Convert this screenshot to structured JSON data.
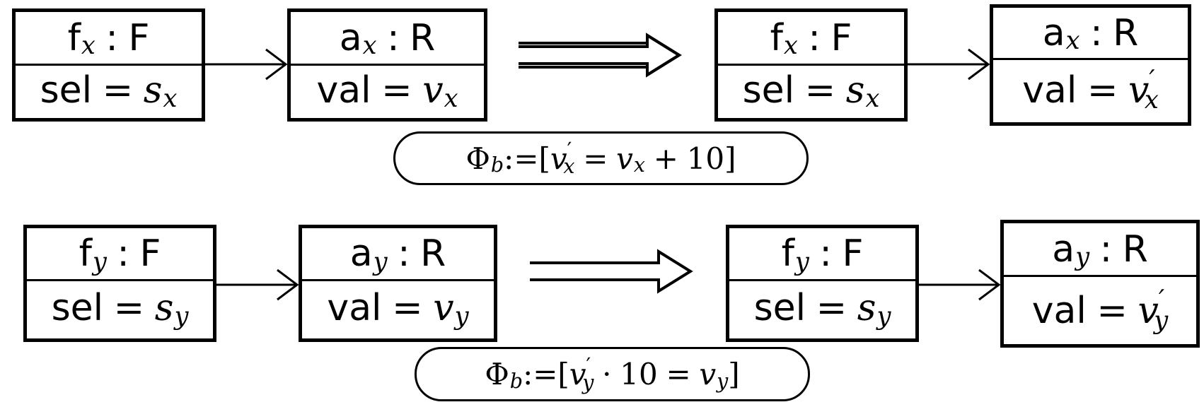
{
  "rules": [
    {
      "lhs": {
        "source": {
          "name": "f",
          "sub": "x",
          "type": "F",
          "attr": "sel",
          "value": "s",
          "value_sub": "x",
          "prime": false
        },
        "target": {
          "name": "a",
          "sub": "x",
          "type": "R",
          "attr": "val",
          "value": "v",
          "value_sub": "x",
          "prime": false
        }
      },
      "rhs": {
        "source": {
          "name": "f",
          "sub": "x",
          "type": "F",
          "attr": "sel",
          "value": "s",
          "value_sub": "x",
          "prime": false
        },
        "target": {
          "name": "a",
          "sub": "x",
          "type": "R",
          "attr": "val",
          "value": "v",
          "value_sub": "x",
          "prime": true
        }
      },
      "condition": {
        "phi": "Φ",
        "phi_sub": "b",
        "assign": ":=",
        "open": "[",
        "var": "v",
        "prime": "′",
        "var_sub": "x",
        "op1": "=",
        "rhs_var": "v",
        "rhs_sub": "x",
        "op2": "+",
        "const": "10",
        "close": "]"
      }
    },
    {
      "lhs": {
        "source": {
          "name": "f",
          "sub": "y",
          "type": "F",
          "attr": "sel",
          "value": "s",
          "value_sub": "y",
          "prime": false
        },
        "target": {
          "name": "a",
          "sub": "y",
          "type": "R",
          "attr": "val",
          "value": "v",
          "value_sub": "y",
          "prime": false
        }
      },
      "rhs": {
        "source": {
          "name": "f",
          "sub": "y",
          "type": "F",
          "attr": "sel",
          "value": "s",
          "value_sub": "y",
          "prime": false
        },
        "target": {
          "name": "a",
          "sub": "y",
          "type": "R",
          "attr": "val",
          "value": "v",
          "value_sub": "y",
          "prime": true
        }
      },
      "condition": {
        "phi": "Φ",
        "phi_sub": "b",
        "assign": ":=",
        "open": "[",
        "var": "v",
        "prime": "′",
        "var_sub": "y",
        "op1": "·",
        "const": "10",
        "op2": "=",
        "rhs_var": "v",
        "rhs_sub": "y",
        "close": "]"
      }
    }
  ],
  "symbols": {
    "colon": ":",
    "equals": "=",
    "prime": "′"
  }
}
